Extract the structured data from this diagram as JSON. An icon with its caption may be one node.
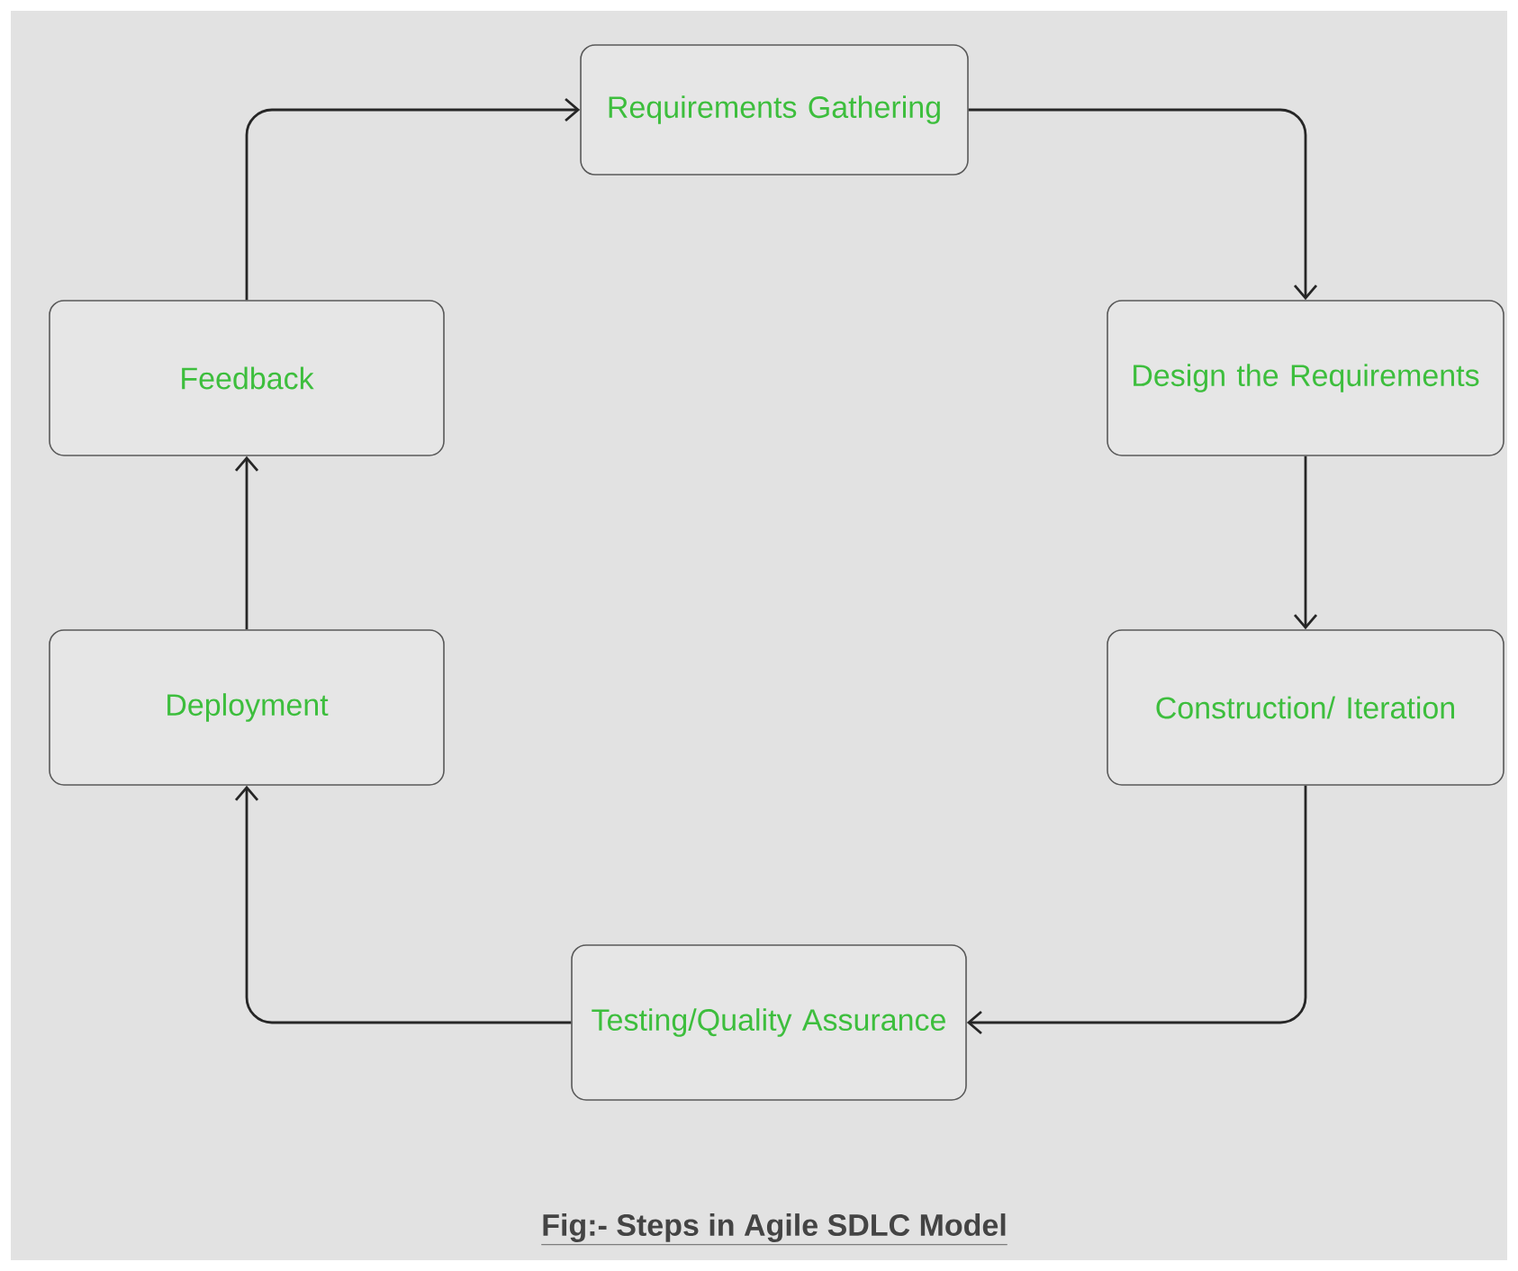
{
  "diagram": {
    "caption": "Fig:- Steps in Agile SDLC Model",
    "nodes": [
      {
        "text": [
          "Requirements Gathering"
        ]
      },
      {
        "text": [
          "Design the Requirements"
        ]
      },
      {
        "text": [
          "Construction/ Iteration"
        ]
      },
      {
        "text": [
          "Testing/Quality Assurance"
        ]
      },
      {
        "text": [
          "Deployment"
        ]
      },
      {
        "text": [
          "Feedback"
        ]
      }
    ],
    "edges": [
      {
        "from": 0,
        "to": 1,
        "arrow": "to"
      },
      {
        "from": 1,
        "to": 2,
        "arrow": "to"
      },
      {
        "from": 2,
        "to": 3,
        "arrow": "to"
      },
      {
        "from": 3,
        "to": 4,
        "arrow": "to"
      },
      {
        "from": 4,
        "to": 5,
        "arrow": "to"
      },
      {
        "from": 5,
        "to": 0,
        "arrow": "to"
      }
    ]
  }
}
